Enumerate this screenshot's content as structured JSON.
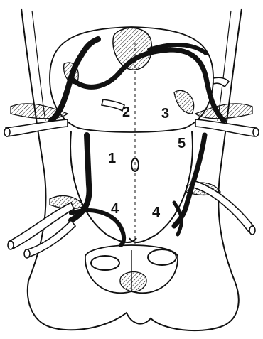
{
  "diagram": {
    "labels": [
      {
        "id": "label-1",
        "text": "1"
      },
      {
        "id": "label-2",
        "text": "2"
      },
      {
        "id": "label-3",
        "text": "3"
      },
      {
        "id": "label-4-left",
        "text": "4"
      },
      {
        "id": "label-4-right",
        "text": "4"
      },
      {
        "id": "label-5",
        "text": "5"
      }
    ],
    "colors": {
      "ink": "#111111",
      "paper": "#ffffff"
    }
  }
}
